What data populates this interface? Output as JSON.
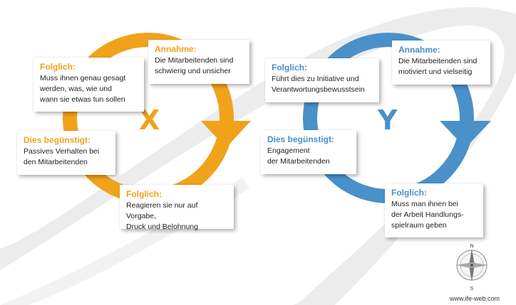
{
  "colors": {
    "x": "#f0a21b",
    "y": "#4a90c9",
    "swoosh": "#e8e8e8"
  },
  "x_cycle": {
    "letter": "X",
    "cards": [
      {
        "head": "Folglich:",
        "body": "Muss ihnen genau gesagt\nwerden, was, wie und\nwann sie etwas tun sollen"
      },
      {
        "head": "Annahme:",
        "body": "Die Mitarbeitenden sind\nschwierig und unsicher"
      },
      {
        "head": "Dies begünstigt:",
        "body": "Passives Verhalten bei\nden Mitarbeitenden"
      },
      {
        "head": "Folglich:",
        "body": "Reagieren sie nur auf Vorgabe,\nDruck und Belohnung"
      }
    ]
  },
  "y_cycle": {
    "letter": "Y",
    "cards": [
      {
        "head": "Folglich:",
        "body": "Führt dies zu Initiative und\nVerantwortungsbewusstsein"
      },
      {
        "head": "Annahme:",
        "body": "Die Mitarbeitenden sind\nmotiviert und vielseitig"
      },
      {
        "head": "Dies begünstigt:",
        "body": "Engagement\nder Mitarbeitenden"
      },
      {
        "head": "Folglich:",
        "body": "Muss man ihnen bei\nder Arbeit Handlungs-\nspielraum geben"
      }
    ]
  },
  "compass": {
    "n": "N",
    "s": "S"
  },
  "website": "www.ife-web.com"
}
